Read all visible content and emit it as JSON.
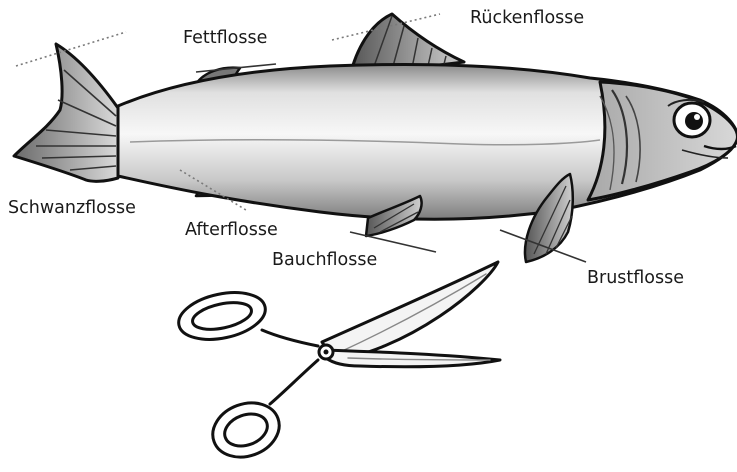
{
  "labels": {
    "fettflosse": "Fettflosse",
    "rueckenflosse": "Rückenflosse",
    "schwanzflosse": "Schwanzflosse",
    "afterflosse": "Afterflosse",
    "bauchflosse": "Bauchflosse",
    "brustflosse": "Brustflosse"
  },
  "colors": {
    "ink": "#111111",
    "body_light": "#f2f2f2",
    "body_mid": "#bdbdbd",
    "body_dark": "#6f6f6f",
    "cut_line": "#7a7a7a"
  }
}
